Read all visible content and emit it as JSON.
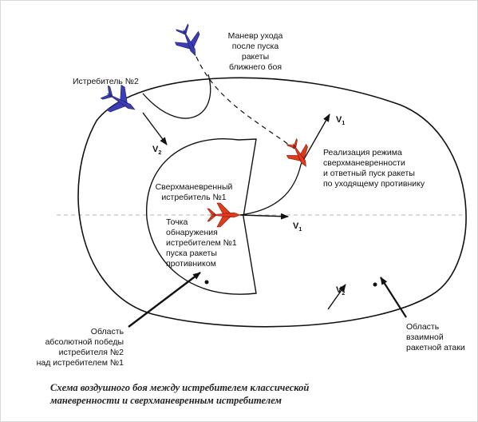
{
  "labels": {
    "escape_maneuver": [
      "Маневр ухода",
      "после пуска",
      "ракеты",
      "ближнего боя"
    ],
    "fighter2": "Истребитель №2",
    "supermaneuver_mode": [
      "Реализация режима",
      "сверхманевренности",
      "и ответный пуск ракеты",
      "по уходящему противнику"
    ],
    "supermaneuverable_fighter": [
      "Сверхманевренный",
      "истребитель №1"
    ],
    "detection_point": [
      "Точка",
      "обнаружения",
      "истребителем №1",
      "пуска ракеты",
      "противником"
    ],
    "absolute_victory": [
      "Область",
      "абсолютной победы",
      "истребителя №2",
      "над истребителем №1"
    ],
    "mutual_attack": [
      "Область",
      "взаимной",
      "ракетной атаки"
    ]
  },
  "vectors": {
    "v1_letter": "V",
    "v1_sub": "1",
    "v2_letter": "V",
    "v2_sub": "2"
  },
  "caption": [
    "Схема воздушного боя между истребителем классической",
    "маневренности и сверхманевренным истребителем"
  ],
  "colors": {
    "fighter2": "#3c3cb4",
    "fighter1": "#e23a1c",
    "lines": "#111111",
    "axis": "#9a9a9a"
  }
}
